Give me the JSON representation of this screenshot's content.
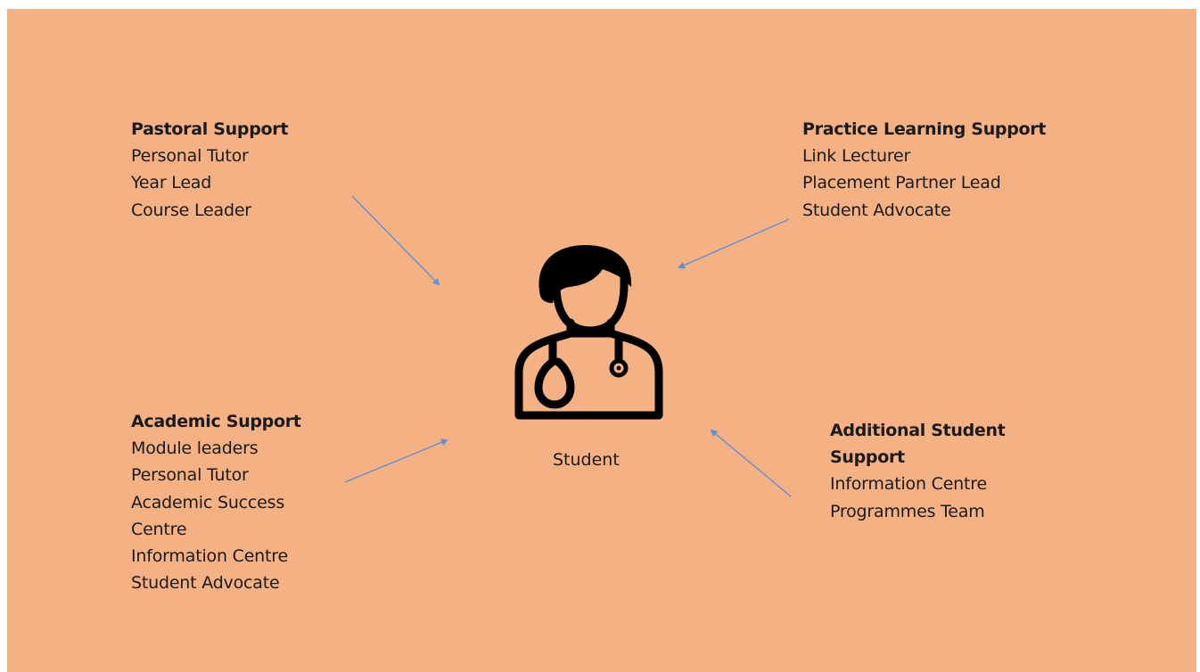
{
  "groups": {
    "pastoral": {
      "title": "Pastoral Support",
      "items": [
        "Personal Tutor",
        "Year Lead",
        "Course Leader"
      ]
    },
    "practice": {
      "title": "Practice Learning Support",
      "items": [
        "Link Lecturer",
        "Placement Partner Lead",
        "Student Advocate"
      ]
    },
    "academic": {
      "title": "Academic Support",
      "items": [
        "Module leaders",
        "Personal Tutor",
        "Academic Success",
        "Centre",
        "Information Centre",
        "Student Advocate"
      ]
    },
    "additional": {
      "title": "Additional Student Support",
      "items": [
        "Information Centre",
        "Programmes Team"
      ]
    }
  },
  "center": {
    "label": "Student",
    "icon": "doctor-with-stethoscope-icon"
  },
  "colors": {
    "background": "#f4b183",
    "arrow": "#5b8fd6",
    "icon": "#000000"
  }
}
